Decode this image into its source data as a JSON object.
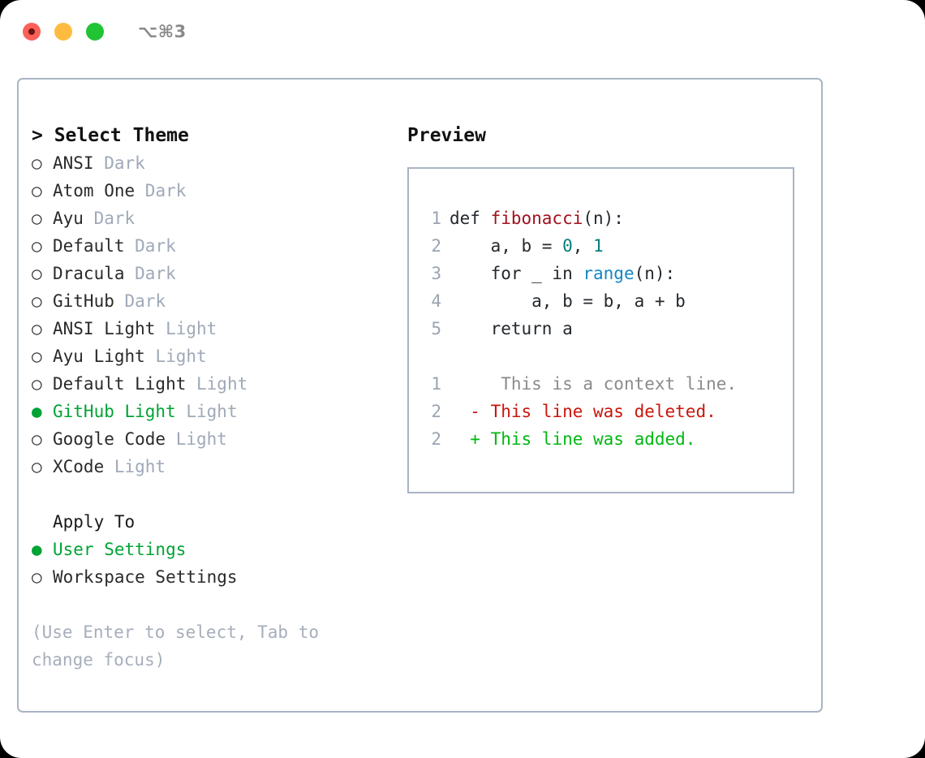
{
  "titlebar": {
    "shortcut": "⌥⌘3",
    "lights": [
      "close-red",
      "minimize-yellow",
      "maximize-green"
    ]
  },
  "theme_picker": {
    "header": "> Select Theme",
    "items": [
      {
        "bullet": "○",
        "label": "ANSI",
        "variant": "Dark",
        "selected": false
      },
      {
        "bullet": "○",
        "label": "Atom One",
        "variant": "Dark",
        "selected": false
      },
      {
        "bullet": "○",
        "label": "Ayu",
        "variant": "Dark",
        "selected": false
      },
      {
        "bullet": "○",
        "label": "Default",
        "variant": "Dark",
        "selected": false
      },
      {
        "bullet": "○",
        "label": "Dracula",
        "variant": "Dark",
        "selected": false
      },
      {
        "bullet": "○",
        "label": "GitHub",
        "variant": "Dark",
        "selected": false
      },
      {
        "bullet": "○",
        "label": "ANSI Light",
        "variant": "Light",
        "selected": false
      },
      {
        "bullet": "○",
        "label": "Ayu Light",
        "variant": "Light",
        "selected": false
      },
      {
        "bullet": "○",
        "label": "Default Light",
        "variant": "Light",
        "selected": false
      },
      {
        "bullet": "●",
        "label": "GitHub Light",
        "variant": "Light",
        "selected": true
      },
      {
        "bullet": "○",
        "label": "Google Code",
        "variant": "Light",
        "selected": false
      },
      {
        "bullet": "○",
        "label": "XCode",
        "variant": "Light",
        "selected": false
      }
    ]
  },
  "apply_to": {
    "title": "Apply To",
    "items": [
      {
        "bullet": "●",
        "label": "User Settings",
        "selected": true
      },
      {
        "bullet": "○",
        "label": "Workspace Settings",
        "selected": false
      }
    ]
  },
  "hint": "(Use Enter to select, Tab to change focus)",
  "preview": {
    "title": "Preview",
    "code_lines": [
      {
        "no": "1",
        "segments": [
          {
            "t": "def ",
            "c": "plain"
          },
          {
            "t": "fibonacci",
            "c": "fn"
          },
          {
            "t": "(n):",
            "c": "plain"
          }
        ]
      },
      {
        "no": "2",
        "segments": [
          {
            "t": "    a, b = ",
            "c": "plain"
          },
          {
            "t": "0",
            "c": "num"
          },
          {
            "t": ", ",
            "c": "plain"
          },
          {
            "t": "1",
            "c": "num"
          }
        ]
      },
      {
        "no": "3",
        "segments": [
          {
            "t": "    for _ in ",
            "c": "plain"
          },
          {
            "t": "range",
            "c": "call"
          },
          {
            "t": "(n):",
            "c": "plain"
          }
        ]
      },
      {
        "no": "4",
        "segments": [
          {
            "t": "        a, b = b, a + b",
            "c": "plain"
          }
        ]
      },
      {
        "no": "5",
        "segments": [
          {
            "t": "    return a",
            "c": "plain"
          }
        ]
      }
    ],
    "diff_lines": [
      {
        "no": "1",
        "marker": " ",
        "text": "  This is a context line.",
        "kind": "ctx"
      },
      {
        "no": "2",
        "marker": "-",
        "text": " This line was deleted.",
        "kind": "del"
      },
      {
        "no": "2",
        "marker": "+",
        "text": " This line was added.",
        "kind": "add"
      }
    ]
  },
  "colors": {
    "accent_green": "#00a335",
    "border": "#a9b4c4",
    "muted": "#9fa9b8",
    "fn_red": "#a1111b",
    "num_teal": "#077d7d",
    "call_blue": "#1287c4",
    "diff_add": "#00b812",
    "diff_del": "#c8170d"
  }
}
